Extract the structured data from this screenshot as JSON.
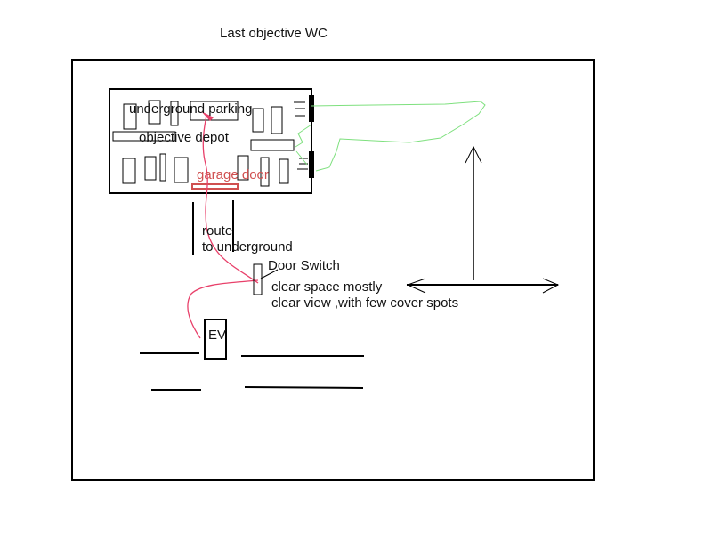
{
  "title": "Last objective WC",
  "labels": {
    "underground_parking": "underground parking",
    "objective_depot": "objective depot",
    "garage_door": "garage door",
    "route_line1": "route",
    "route_line2": "to underground",
    "door_switch": "Door Switch",
    "clear_line1": "clear space mostly",
    "clear_line2": "clear view ,with few cover spots",
    "ev": "EV"
  },
  "colors": {
    "route": "#e8406a",
    "garage_door": "#d05050",
    "approach": "#7ee07e",
    "ink": "#000000"
  }
}
